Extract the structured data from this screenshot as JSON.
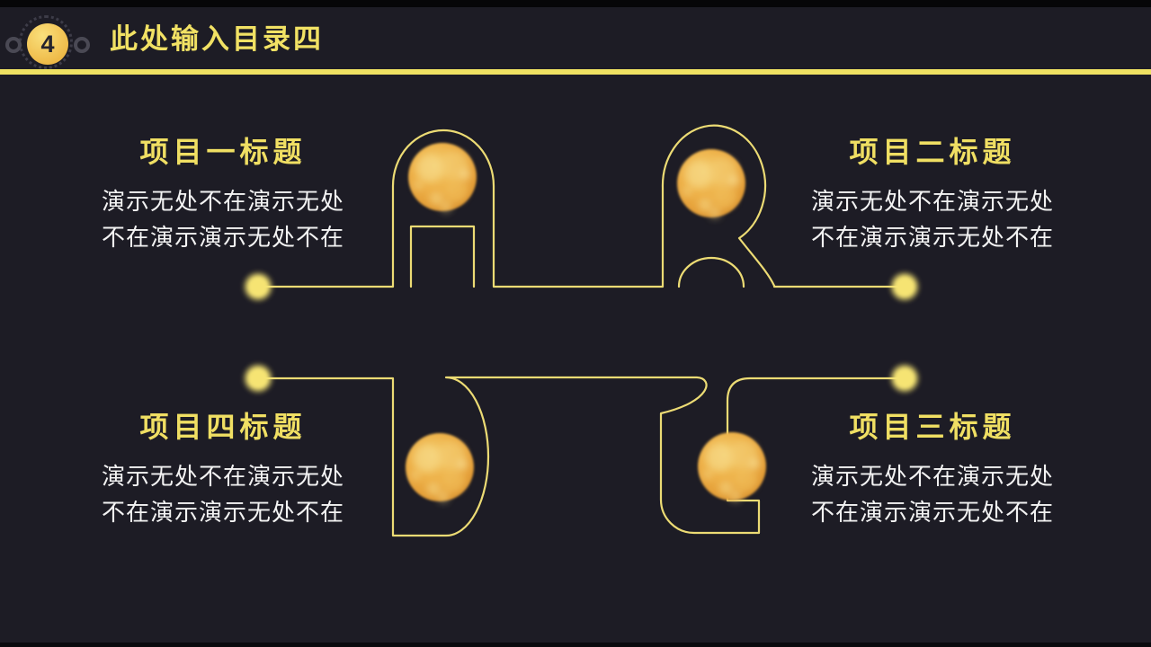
{
  "slide": {
    "page_number": "4",
    "header": {
      "title": "此处输入目录四"
    },
    "items": [
      {
        "title": "项目一标题",
        "position": "top-left",
        "body": [
          "演示无处不在演示无处",
          "不在演示演示无处不在"
        ]
      },
      {
        "title": "项目二标题",
        "position": "top-right",
        "body": [
          "演示无处不在演示无处",
          "不在演示演示无处不在"
        ]
      },
      {
        "title": "项目三标题",
        "position": "bottom-right",
        "body": [
          "演示无处不在演示无处",
          "不在演示演示无处不在"
        ]
      },
      {
        "title": "项目四标题",
        "position": "bottom-left",
        "body": [
          "演示无处不在演示无处",
          "不在演示演示无处不在"
        ]
      }
    ],
    "decor": {
      "sphere_icon": "gold-sphere",
      "sphere_count": 4,
      "connector_dot_icon": "connector-dot",
      "connector_dot_count": 4,
      "letter_outlines": [
        "arch",
        "loop-r",
        "capsule-d",
        "hook-g"
      ]
    },
    "colors": {
      "background": "#1d1c25",
      "accent_yellow": "#f0e163",
      "divider_yellow": "#efe162",
      "line_yellow": "#ecdb74",
      "body_text": "#f3f3f3",
      "sphere_gold": "#e8a93f",
      "badge_gold": "#f3c85b"
    }
  }
}
